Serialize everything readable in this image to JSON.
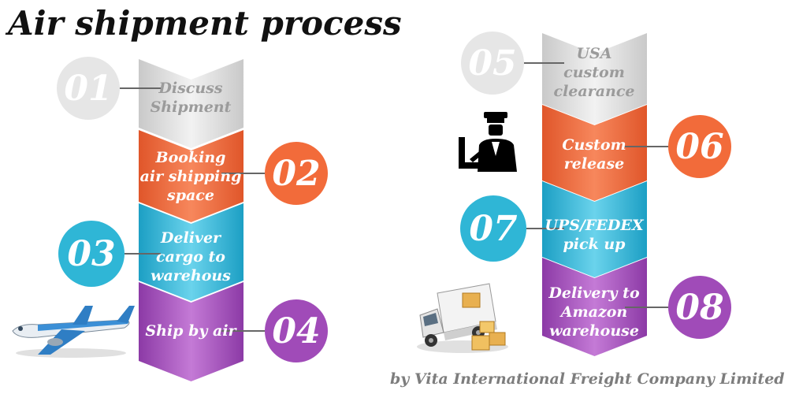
{
  "title": "Air shipment process",
  "credit": "by Vita International Freight Company Limited",
  "colors": {
    "grey": "#dcdcdc",
    "orange": "#f26b3a",
    "teal": "#2fb6d6",
    "purple": "#a04bb8"
  },
  "steps": [
    {
      "number": "01",
      "label": "Discuss\nShipment",
      "color": "grey"
    },
    {
      "number": "02",
      "label": "Booking\nair shipping\nspace",
      "color": "orange"
    },
    {
      "number": "03",
      "label": "Deliver\ncargo to\nwarehous",
      "color": "teal"
    },
    {
      "number": "04",
      "label": "Ship by air",
      "color": "purple"
    },
    {
      "number": "05",
      "label": "USA\ncustom\nclearance",
      "color": "grey"
    },
    {
      "number": "06",
      "label": "Custom\nrelease",
      "color": "orange"
    },
    {
      "number": "07",
      "label": "UPS/FEDEX\npick up",
      "color": "teal"
    },
    {
      "number": "08",
      "label": "Delivery to\nAmazon\nwarehouse",
      "color": "purple"
    }
  ],
  "icons": [
    "airplane-icon",
    "customs-officer-icon",
    "delivery-truck-icon"
  ]
}
